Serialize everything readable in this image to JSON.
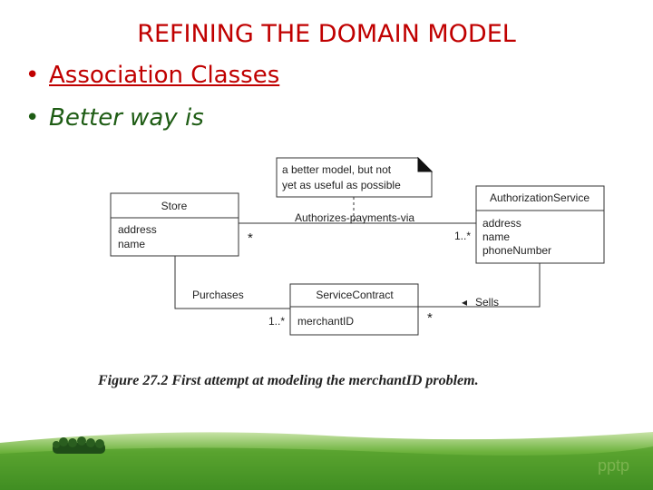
{
  "slide": {
    "title": "REFINING THE DOMAIN MODEL",
    "bullets": [
      "Association Classes",
      "Better way is"
    ]
  },
  "diagram": {
    "note": [
      "a better model, but not",
      "yet as useful as possible"
    ],
    "classes": {
      "store": {
        "name": "Store",
        "attributes": [
          "address",
          "name"
        ]
      },
      "authorization_service": {
        "name": "AuthorizationService",
        "attributes": [
          "address",
          "name",
          "phoneNumber"
        ]
      },
      "service_contract": {
        "name": "ServiceContract",
        "attributes": [
          "merchantID"
        ]
      }
    },
    "associations": {
      "authorizes": {
        "label": "Authorizes-payments-via",
        "store_mult": "*",
        "service_mult": "1..*"
      },
      "purchases": {
        "label": "Purchases",
        "contract_mult": "1..*"
      },
      "sells": {
        "label": "Sells",
        "arrow": "◂",
        "contract_mult": "*"
      }
    },
    "caption": "Figure 27.2 First attempt at modeling the merchantID problem."
  },
  "footer": {
    "watermark": "pptp"
  },
  "colors": {
    "title": "#c00000",
    "bullet2": "#1e5c14",
    "grass": "#4c9a26"
  }
}
